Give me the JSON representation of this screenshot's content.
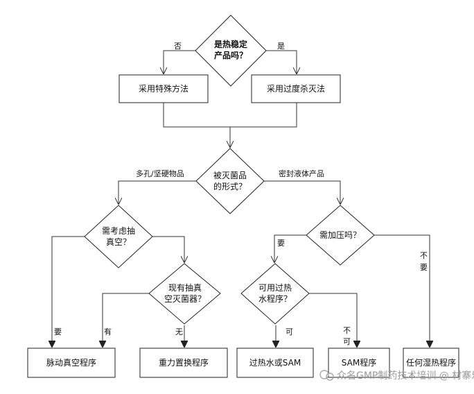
{
  "nodes": {
    "q_thermal_line1": "是热稳定",
    "q_thermal_line2": "产品吗？",
    "special_method": "采用特殊方法",
    "overkill": "采用过度杀灭法",
    "q_form_line1": "被灭菌品",
    "q_form_line2": "的形式？",
    "q_vacuum_line1": "需考虑抽",
    "q_vacuum_line2": "真空？",
    "q_pressure": "需加压吗？",
    "q_sterilizer_line1": "现有抽真",
    "q_sterilizer_line2": "空灭菌器？",
    "q_superheat_line1": "可用过热",
    "q_superheat_line2": "水程序？",
    "pulse_vacuum": "脉动真空程序",
    "gravity": "重力置换程序",
    "superheated_sam": "过热水或SAM",
    "sam_program": "SAM程序",
    "any_moist_heat": "任何湿热程序"
  },
  "edge_labels": {
    "no": "否",
    "yes": "是",
    "porous": "多孔/坚硬物品",
    "sealed_liquid": "密封液体产品",
    "need": "要",
    "have": "有",
    "none": "无",
    "not_need_1": "不",
    "not_need_2": "要",
    "can": "可",
    "cannot_1": "不",
    "cannot_2": "可",
    "need_pressure": "要"
  },
  "watermark": "众名GMP制药技术培训 @ 村寨乐分"
}
